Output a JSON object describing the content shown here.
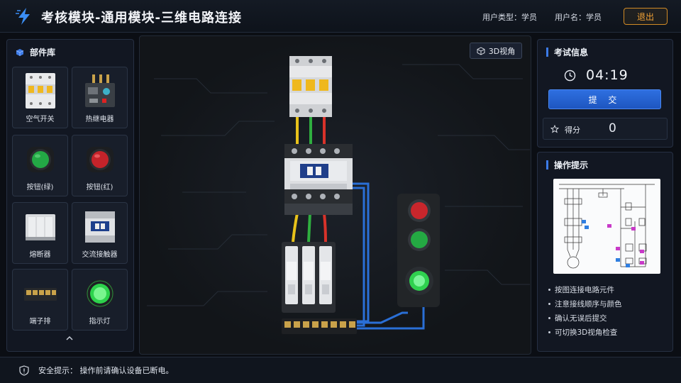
{
  "header": {
    "title": "考核模块-通用模块-三维电路连接",
    "user_type_label": "用户类型：学员",
    "user_name_label": "用户名：学员",
    "exit_label": "退出"
  },
  "library": {
    "title": "部件库",
    "items": [
      {
        "label": "空气开关",
        "icon": "air-switch-icon"
      },
      {
        "label": "热继电器",
        "icon": "thermal-relay-icon"
      },
      {
        "label": "按钮(绿)",
        "icon": "green-button-icon"
      },
      {
        "label": "按钮(红)",
        "icon": "red-button-icon"
      },
      {
        "label": "熔断器",
        "icon": "fuse-icon"
      },
      {
        "label": "交流接触器",
        "icon": "contactor-icon"
      },
      {
        "label": "端子排",
        "icon": "terminal-block-icon"
      },
      {
        "label": "指示灯",
        "icon": "indicator-lamp-icon"
      }
    ]
  },
  "canvas": {
    "view_button_label": "3D视角"
  },
  "exam": {
    "title": "考试信息",
    "timer": "04:19",
    "submit_label": "提 交",
    "score_label": "得分",
    "score_value": "0"
  },
  "tips": {
    "title": "操作提示",
    "items": [
      "按图连接电路元件",
      "注意接线顺序与颜色",
      "确认无误后提交",
      "可切换3D视角检查"
    ]
  },
  "footer": {
    "safety_text": "安全提示：  操作前请确认设备已断电。"
  },
  "colors": {
    "accent": "#3c7be8",
    "exit": "#f3a235",
    "wire_yellow": "#e8c21a",
    "wire_green": "#2fae3f",
    "wire_red": "#d8322a",
    "wire_blue": "#2a6fd6"
  }
}
